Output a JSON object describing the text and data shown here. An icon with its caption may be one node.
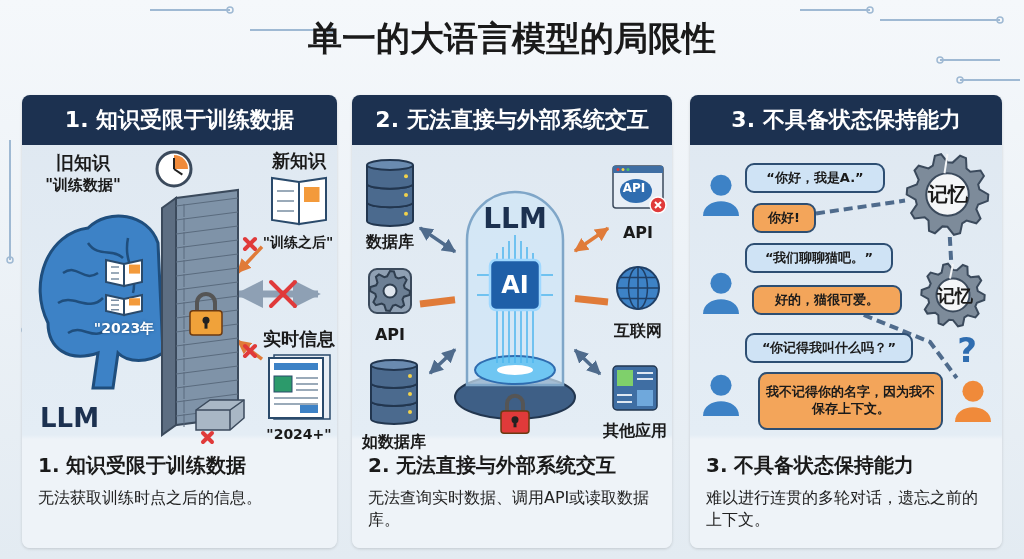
{
  "diagram": {
    "title": "单一的大语言模型的局限性",
    "nodes": [
      {
        "text": [
          "1. 知识受限于训练数据",
          "1. 知识受限于训练数据",
          "无法获取训练时点之后的信息。"
        ]
      },
      {
        "text": [
          "旧知识",
          "\"训练数据\"",
          "\"2023年",
          "LLM"
        ],
        "in": 0
      },
      {
        "text": [],
        "shape": "picture",
        "in": 0
      },
      {
        "text": [
          "新知识",
          "\"训练之后\""
        ],
        "in": 0
      },
      {
        "text": [
          "实时信息",
          "\"2024+\""
        ],
        "in": 0
      },
      {
        "text": [
          "2. 无法直接与外部系统交互",
          "2. 无法直接与外部系统交互",
          "无法查询实时数据、调用API或读取数据库。"
        ]
      },
      {
        "text": [
          "数据库"
        ],
        "in": 5
      },
      {
        "text": [
          "API"
        ],
        "in": 5
      },
      {
        "text": [
          "如数据库"
        ],
        "in": 5
      },
      {
        "text": [
          "LLM",
          "AI"
        ],
        "in": 5
      },
      {
        "text": [
          "API",
          "API"
        ],
        "in": 5
      },
      {
        "text": [
          "互联网"
        ],
        "in": 5
      },
      {
        "text": [
          "其他应用"
        ],
        "in": 5
      },
      {
        "text": [
          "3. 不具备状态保持能力",
          "3. 不具备状态保持能力",
          "难以进行连贯的多轮对话，遗忘之前的上下文。"
        ]
      },
      {
        "text": [],
        "shape": "person",
        "in": 13
      },
      {
        "text": [
          "“你好，我是A.”"
        ],
        "in": 13
      },
      {
        "text": [
          "你好!"
        ],
        "in": 13
      },
      {
        "text": [
          "记忆"
        ],
        "in": 13
      },
      {
        "text": [
          "“我们聊聊猫吧。”"
        ],
        "in": 13
      },
      {
        "text": [],
        "shape": "person",
        "in": 13
      },
      {
        "text": [
          "好的，猫很可爱。"
        ],
        "in": 13
      },
      {
        "text": [
          "记忆"
        ],
        "in": 13
      },
      {
        "text": [
          "“你记得我叫什么吗？”"
        ],
        "in": 13
      },
      {
        "text": [],
        "shape": "person",
        "in": 13
      },
      {
        "text": [
          "我不记得你的名字，因为我不保存上下文。"
        ],
        "in": 13
      },
      {
        "text": [],
        "shape": "person",
        "in": 13
      }
    ],
    "edges": [
      {
        "from": 3,
        "to": 2,
        "arrow": "to",
        "color": "#e07b39"
      },
      {
        "from": 4,
        "to": 2,
        "arrow": "to",
        "color": "#e07b39"
      },
      {
        "from": 6,
        "to": 9,
        "arrow": "both"
      },
      {
        "from": 7,
        "to": 9,
        "arrow": "none",
        "style": "thick",
        "color": "#e07b39"
      },
      {
        "from": 8,
        "to": 9,
        "arrow": "both"
      },
      {
        "from": 10,
        "to": 9,
        "arrow": "both",
        "color": "#e07b39"
      },
      {
        "from": 11,
        "to": 9,
        "arrow": "none",
        "style": "thick",
        "color": "#e07b39"
      },
      {
        "from": 12,
        "to": 9,
        "arrow": "both"
      },
      {
        "from": 16,
        "to": 17,
        "arrow": "none",
        "style": "dashed"
      },
      {
        "from": 17,
        "to": 21,
        "arrow": "none",
        "style": "dashed"
      },
      {
        "from": 20,
        "to": 25,
        "arrow": "none",
        "style": "dashed"
      },
      {
        "from": 2,
        "to": null,
        "arrow": "both",
        "style": "thick",
        "color": "#8ea0b4"
      }
    ],
    "labels": [
      "?"
    ]
  }
}
